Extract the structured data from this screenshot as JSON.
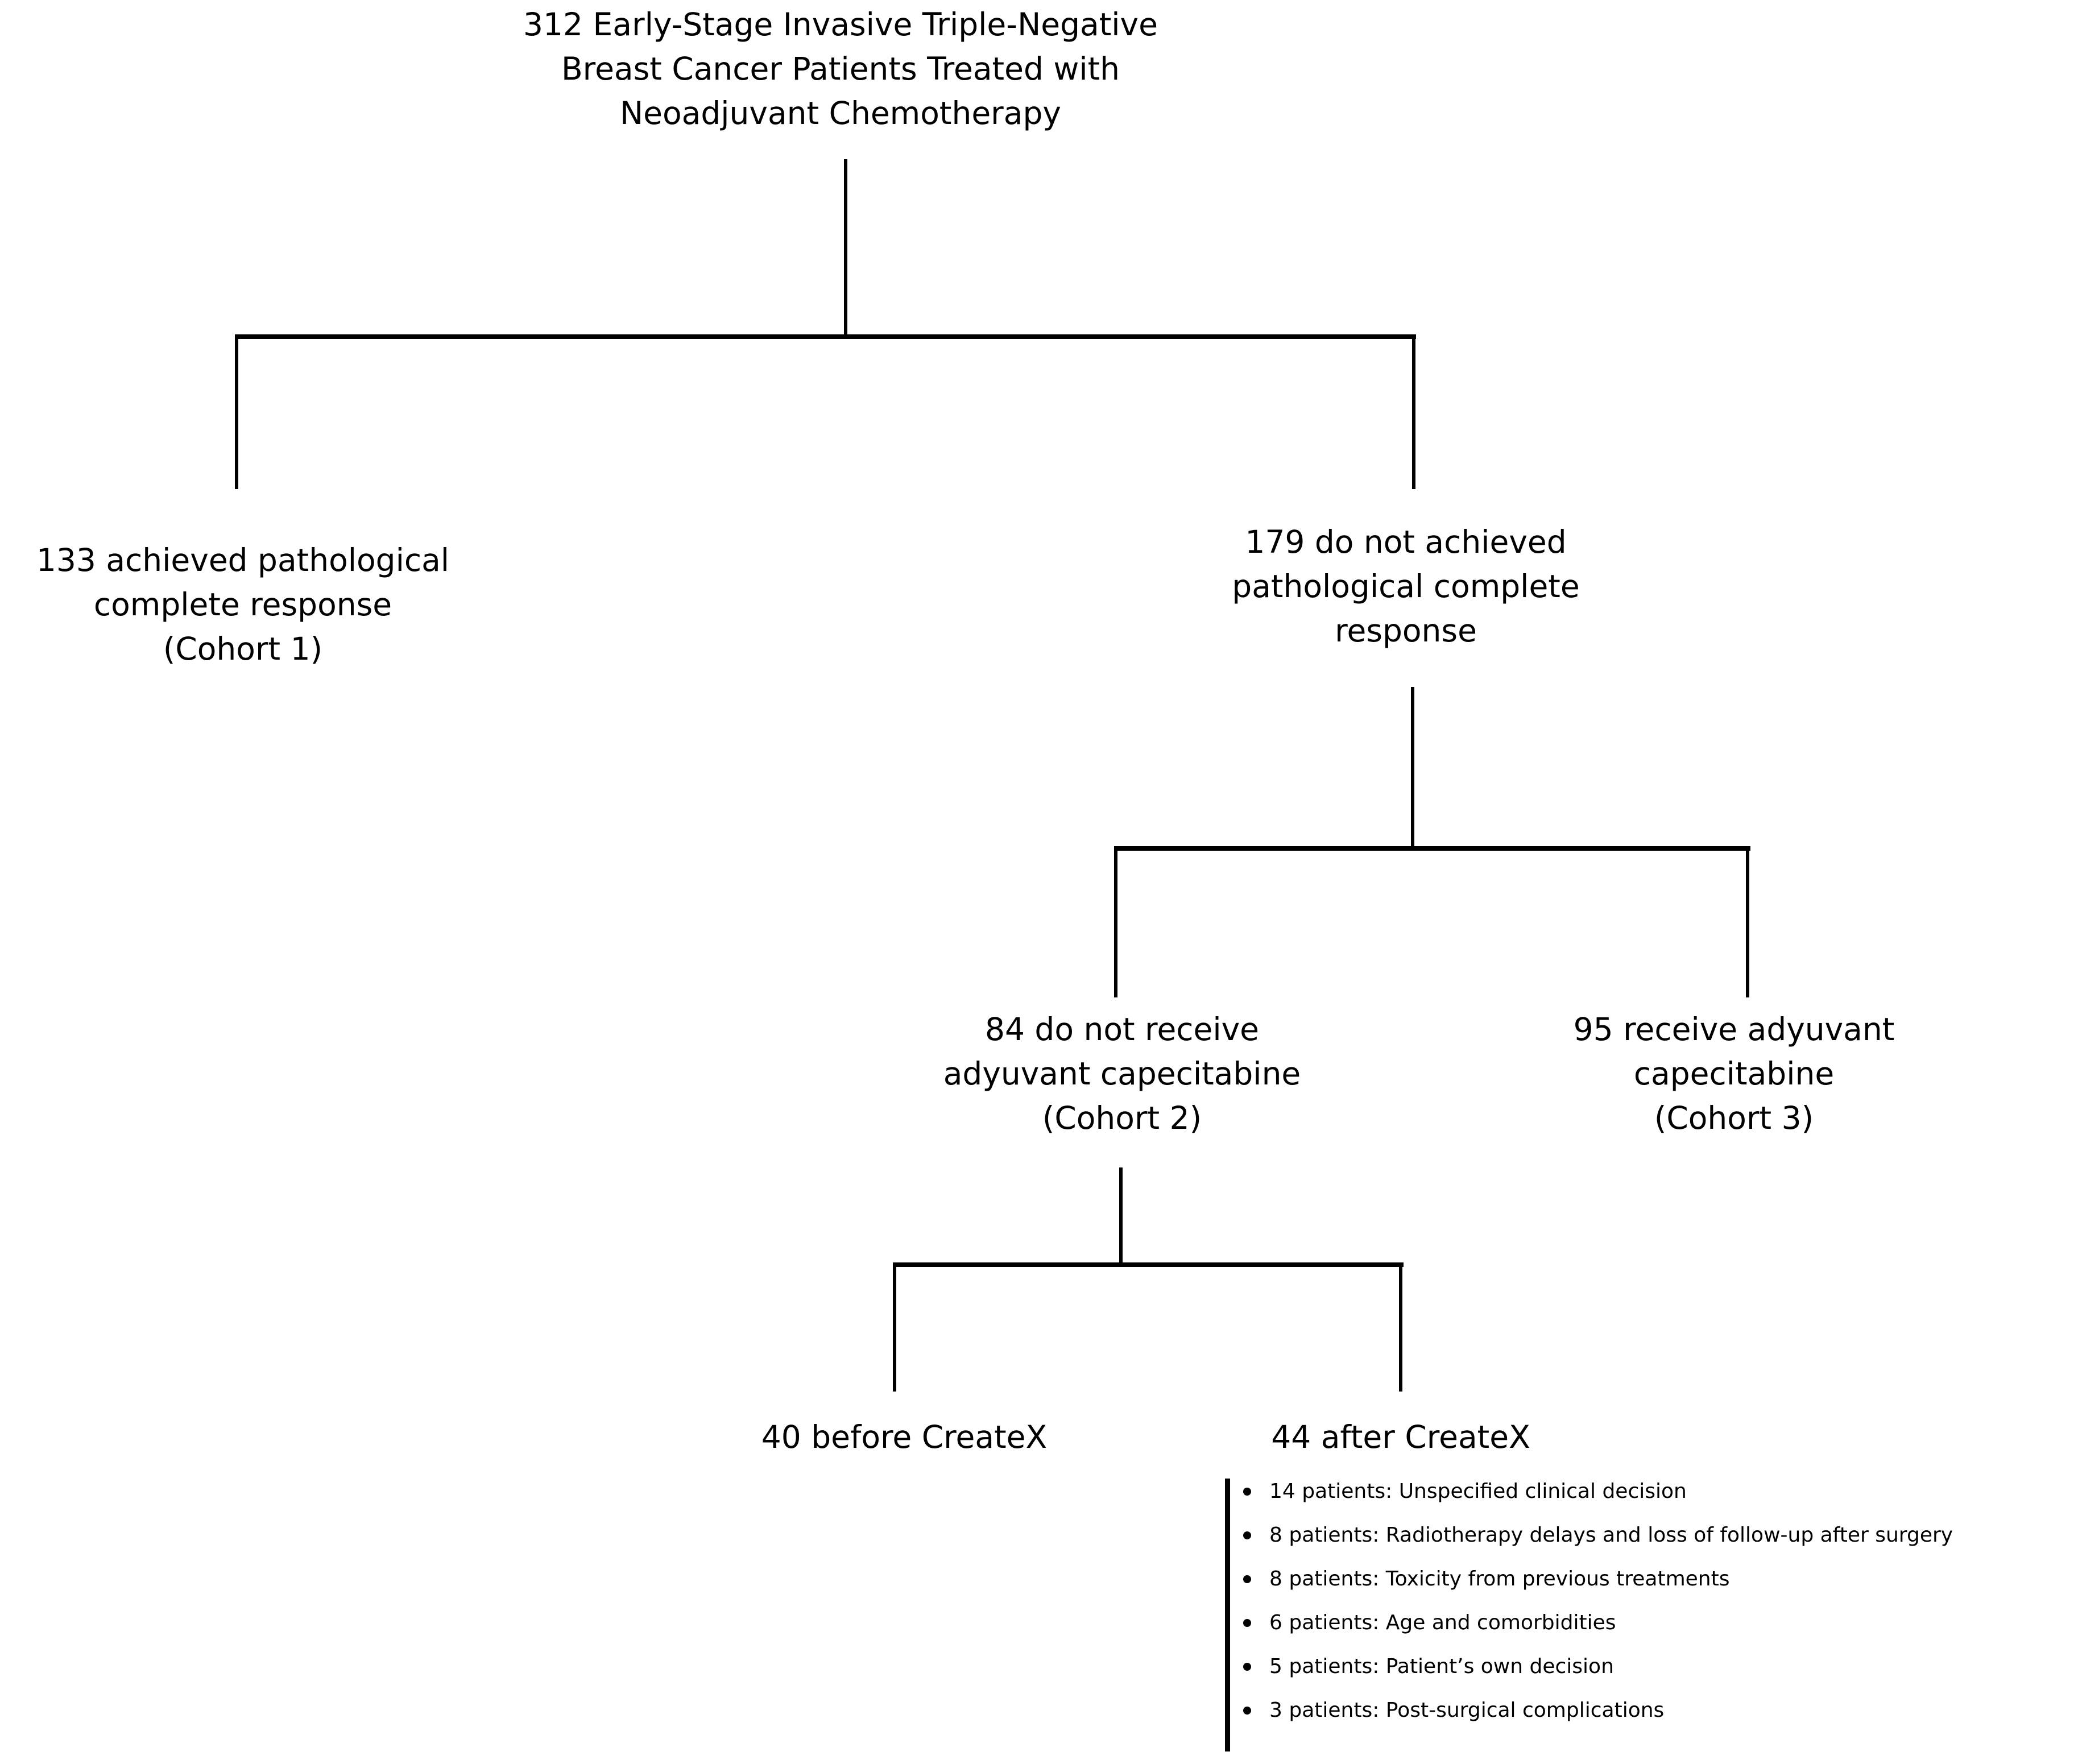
{
  "colors": {
    "background": "#ffffff",
    "line": "#000000",
    "text": "#000000"
  },
  "title": "312 Early-Stage Invasive Triple-Negative\nBreast Cancer Patients Treated with\nNeoadjuvant Chemotherapy",
  "nodes": {
    "cohort1": "133 achieved pathological\ncomplete response\n(Cohort 1)",
    "no_pcr": "179 do not achieved\npathological complete\nresponse",
    "cohort2": "84 do not receive\nadyuvant capecitabine\n(Cohort 2)",
    "cohort3": "95 receive adyuvant\ncapecitabine\n(Cohort 3)",
    "before_createx": "40 before CreateX",
    "after_createx": "44 after CreateX"
  },
  "reasons": [
    "14 patients: Unspecified clinical decision",
    "8 patients: Radiotherapy delays and loss of follow-up after surgery",
    "8 patients: Toxicity from previous treatments",
    "6 patients: Age and comorbidities",
    "5 patients: Patient’s own decision",
    "3 patients: Post-surgical complications"
  ]
}
